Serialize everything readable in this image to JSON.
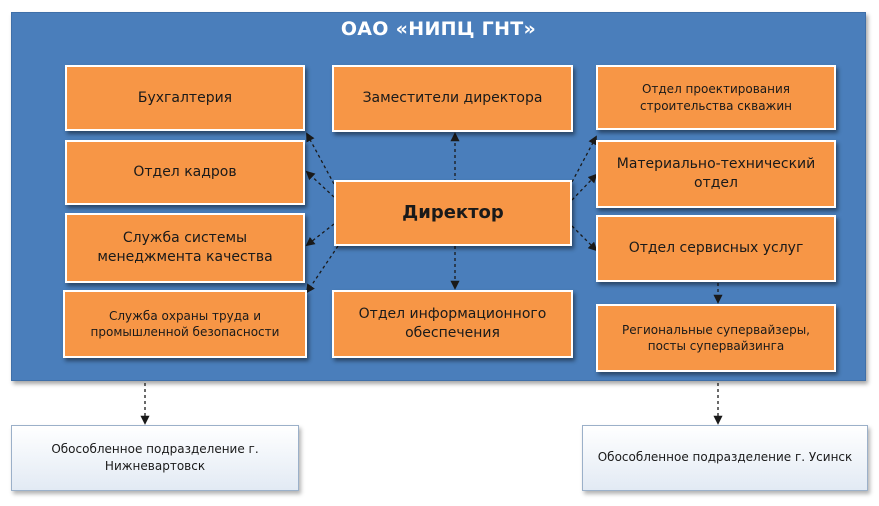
{
  "title": "ОАО «НИПЦ ГНТ»",
  "director": "Директор",
  "left": [
    "Бухгалтерия",
    "Отдел кадров",
    "Служба системы менеджмента качества",
    "Служба охраны труда и промышленной безопасности"
  ],
  "center": {
    "top": "Заместители директора",
    "bottom": "Отдел информационного обеспечения"
  },
  "right": [
    "Отдел проектирования строительства скважин",
    "Материально-технический отдел",
    "Отдел сервисных услуг",
    "Региональные супервайзеры, посты супервайзинга"
  ],
  "branches": [
    "Обособленное подразделение г. Нижневартовск",
    "Обособленное подразделение г. Усинск"
  ],
  "colors": {
    "panel": "#4a7ebb",
    "box": "#f79646",
    "connector": "#1a1a1a"
  }
}
